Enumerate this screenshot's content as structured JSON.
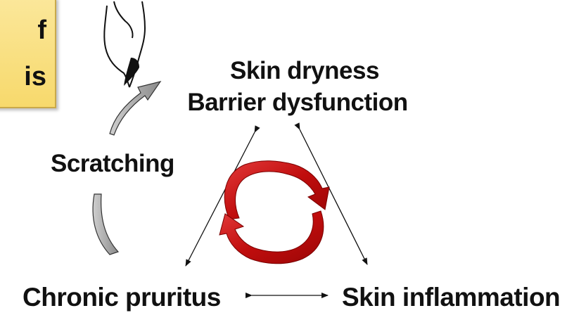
{
  "title_box": {
    "line1": "f",
    "line2": "is"
  },
  "nodes": {
    "dryness": "Skin dryness",
    "barrier": "Barrier dysfunction",
    "scratching": "Scratching",
    "pruritus": "Chronic pruritus",
    "inflammation": "Skin inflammation"
  },
  "colors": {
    "cycle_red": "#cc1111",
    "arrow_gray": "#9a9a9a",
    "box_fill": "#f7d96c"
  }
}
